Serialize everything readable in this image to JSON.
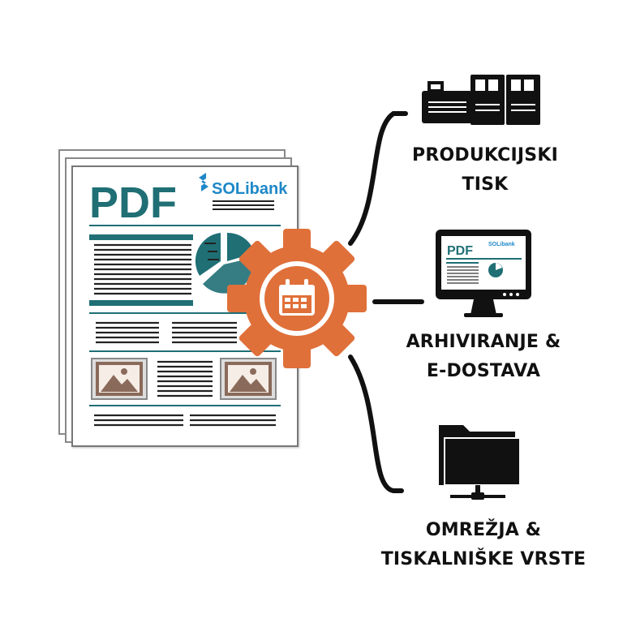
{
  "document": {
    "title": "PDF",
    "brand": "SOLibank"
  },
  "monitor_document": {
    "title": "PDF",
    "brand": "SOLibank"
  },
  "outputs": [
    {
      "icon": "printer-icon",
      "line1": "PRODUKCIJSKI",
      "line2": "TISK"
    },
    {
      "icon": "monitor-icon",
      "line1": "ARHIVIRANJE &",
      "line2": "E-DOSTAVA"
    },
    {
      "icon": "network-folder-icon",
      "line1": "OMREŽJA &",
      "line2": "TISKALNIŠKE VRSTE"
    }
  ],
  "hub": {
    "icon": "calendar-gear-icon"
  },
  "colors": {
    "teal": "#1f6f75",
    "orange": "#e0703a",
    "black": "#111111",
    "blue": "#1e88c8",
    "frame": "#8a6a5a"
  }
}
